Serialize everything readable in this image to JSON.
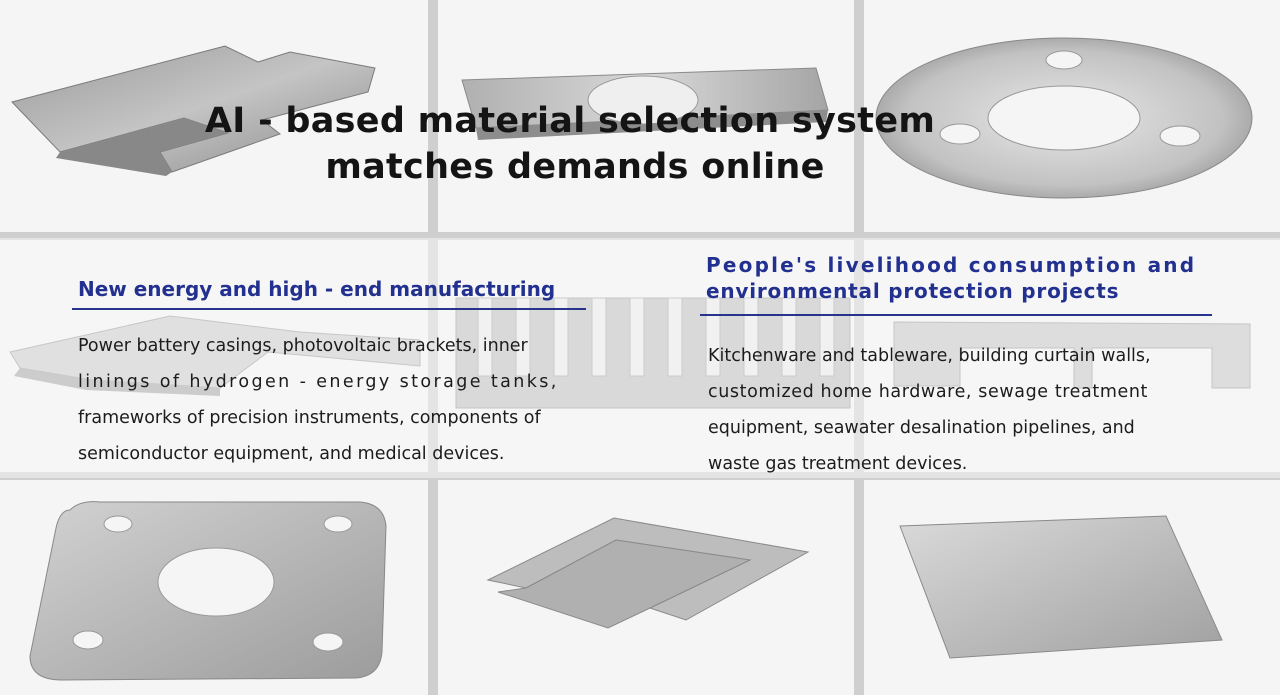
{
  "headline": {
    "line1": "AI - based material selection system",
    "line2": "matches demands online"
  },
  "left_column": {
    "title": "New energy and high - end manufacturing",
    "body_lines": [
      "Power battery casings, photovoltaic brackets, inner",
      "linings of hydrogen - energy storage tanks,",
      "frameworks of precision instruments, components of",
      "semiconductor equipment, and medical devices."
    ]
  },
  "right_column": {
    "title_line1": "People's livelihood consumption and",
    "title_line2": "environmental protection projects",
    "body_lines": [
      "Kitchenware and tableware, building curtain walls,",
      "customized home hardware, sewage treatment",
      "equipment, seawater desalination pipelines, and",
      "waste gas treatment devices."
    ]
  },
  "colors": {
    "title_blue": "#22308f",
    "rule_blue": "#27348c",
    "text": "#1c1c1c",
    "tile_bg": "#f5f5f5",
    "grid_gap": "#cfcfcf"
  },
  "photos": [
    "bent-sheet-part",
    "rectangular-plate-with-hole",
    "round-gasket-with-holes",
    "offset-sheet-part",
    "comb-heatsink",
    "u-channel-plate",
    "square-flange-gasket",
    "slotted-shim",
    "flat-square-sheet"
  ]
}
